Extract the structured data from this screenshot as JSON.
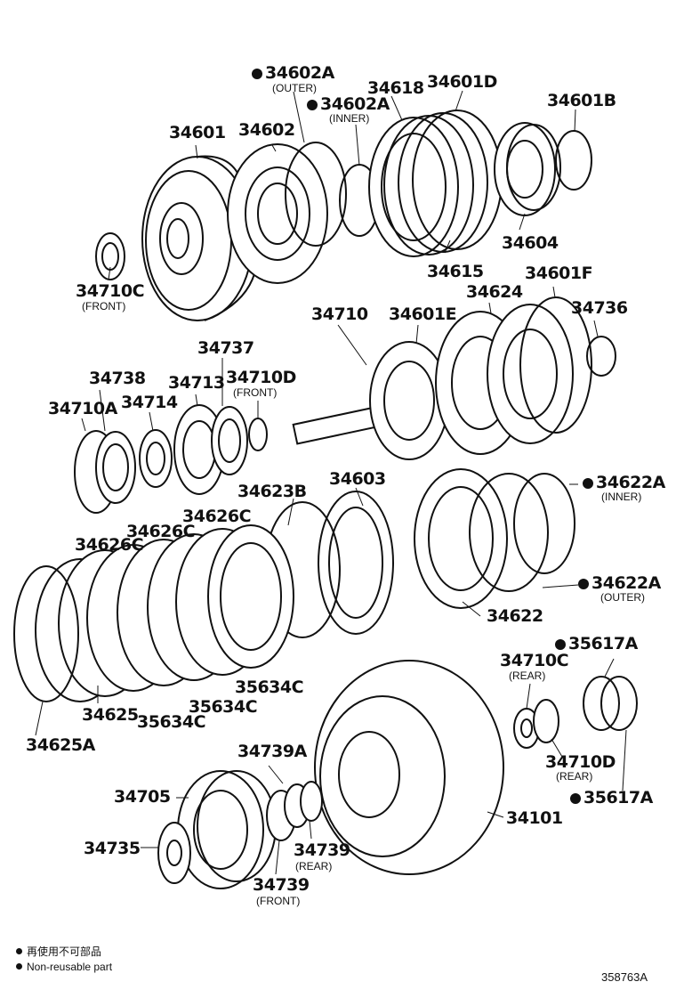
{
  "labels": {
    "p34602A_outer": "34602A",
    "p34602A_outer_sub": "(OUTER)",
    "p34602A_inner": "34602A",
    "p34602A_inner_sub": "(INNER)",
    "p34618": "34618",
    "p34601D": "34601D",
    "p34601B": "34601B",
    "p34601": "34601",
    "p34602": "34602",
    "p34604": "34604",
    "p34615": "34615",
    "p34710C_front": "34710C",
    "p34710C_front_sub": "(FRONT)",
    "p34601F": "34601F",
    "p34624": "34624",
    "p34736": "34736",
    "p34710": "34710",
    "p34601E": "34601E",
    "p34737": "34737",
    "p34738": "34738",
    "p34713": "34713",
    "p34710D_front": "34710D",
    "p34710D_front_sub": "(FRONT)",
    "p34710A": "34710A",
    "p34714": "34714",
    "p34603": "34603",
    "p34622A_inner": "34622A",
    "p34622A_inner_sub": "(INNER)",
    "p34623B": "34623B",
    "p34626C_a": "34626C",
    "p34626C_b": "34626C",
    "p34626C_c": "34626C",
    "p34622A_outer": "34622A",
    "p34622A_outer_sub": "(OUTER)",
    "p34622": "34622",
    "p35617A_top": "35617A",
    "p34710C_rear": "34710C",
    "p34710C_rear_sub": "(REAR)",
    "p35634C_a": "35634C",
    "p35634C_b": "35634C",
    "p35634C_c": "35634C",
    "p34625": "34625",
    "p34625A": "34625A",
    "p34739A": "34739A",
    "p34710D_rear": "34710D",
    "p34710D_rear_sub": "(REAR)",
    "p35617A_bottom": "35617A",
    "p34705": "34705",
    "p34101": "34101",
    "p34735": "34735",
    "p34739_rear": "34739",
    "p34739_rear_sub": "(REAR)",
    "p34739_front": "34739",
    "p34739_front_sub": "(FRONT)"
  },
  "legend": {
    "jp": "再使用不可部品",
    "en": "Non-reusable part"
  },
  "diagram_code": "358763A"
}
